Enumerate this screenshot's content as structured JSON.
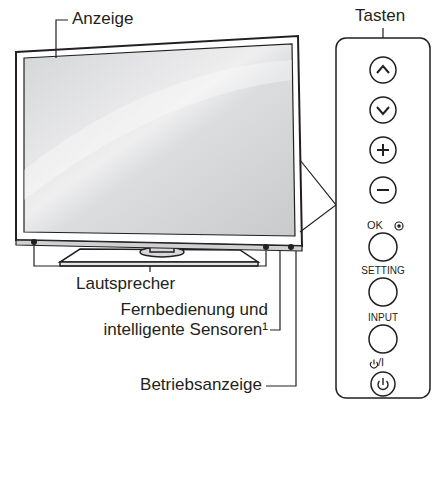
{
  "diagram": {
    "labels": [
      "Anzeige",
      "Tasten",
      "OK",
      "SETTING",
      "INPUT",
      "/I",
      "Lautsprecher",
      "Fernbedienung und intelligente Sensoren¹",
      "Betriebsanzeige"
    ]
  }
}
